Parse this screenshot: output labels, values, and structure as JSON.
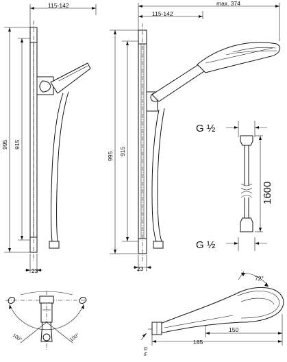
{
  "diagram": {
    "left_view": {
      "width_range": "115-142",
      "overall_height": "995",
      "rail_length": "915",
      "depth": "23"
    },
    "front_view": {
      "max_reach": "max. 374",
      "width_range": "115-142",
      "overall_height": "995",
      "rail_length": "915",
      "depth": "23"
    },
    "hose": {
      "thread_top": "G ½",
      "thread_bottom": "G ½",
      "length": "1600"
    },
    "holder_top_view": {
      "angle_left": "100°",
      "angle_right": "100°"
    },
    "hand_shower": {
      "angle": "72°",
      "thread": "G ½",
      "length": "185",
      "head_length": "150"
    }
  }
}
